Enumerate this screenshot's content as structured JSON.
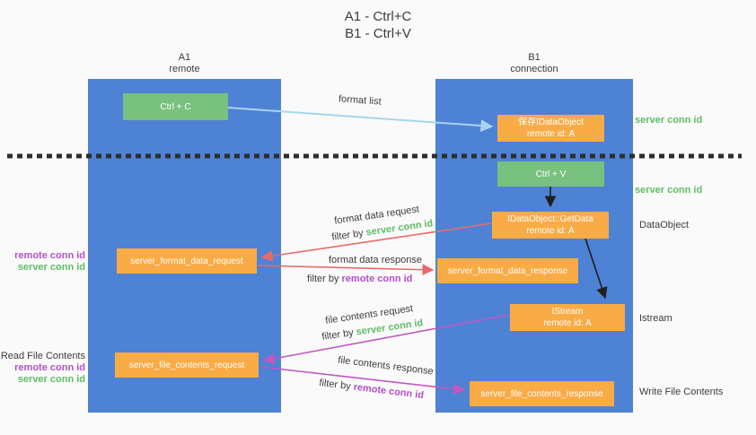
{
  "title": {
    "line1": "A1 - Ctrl+C",
    "line2": "B1 - Ctrl+V"
  },
  "lanes": {
    "left": {
      "name": "A1",
      "role": "remote"
    },
    "right": {
      "name": "B1",
      "role": "connection"
    }
  },
  "nodes": {
    "ctrl_c": {
      "label": "Ctrl + C"
    },
    "save_idataobject": {
      "line1": "保存IDataObject",
      "line2": "remote id: A"
    },
    "ctrl_v": {
      "label": "Ctrl + V"
    },
    "getdata": {
      "line1": "IDataObject::GetData",
      "line2": "remote id: A"
    },
    "format_request": {
      "label": "server_format_data_request"
    },
    "format_response": {
      "label": "server_format_data_response"
    },
    "istream": {
      "line1": "IStream",
      "line2": "remote id: A"
    },
    "file_request": {
      "label": "server_file_contents_request"
    },
    "file_response": {
      "label": "server_file_contents_response"
    }
  },
  "edge_labels": {
    "format_list": "format list",
    "format_data_request": "format data request",
    "format_data_response": "format data response",
    "file_contents_request": "file contents request",
    "file_contents_response": "file contents response",
    "filter_by": "filter by",
    "server_conn_id": "server conn id",
    "remote_conn_id": "remote conn id"
  },
  "side_labels": {
    "server_conn_id": "server conn id",
    "remote_conn_id": "remote conn id",
    "dataobject": "DataObject",
    "istream": "Istream",
    "read_file_contents": "Read File Contents",
    "write_file_contents": "Write File Contents"
  },
  "colors": {
    "lane_blue": "#4e82d4",
    "node_green": "#79c17e",
    "node_orange": "#f9ab45",
    "arrow_blue": "#a9d4f0",
    "arrow_red": "#e9696b",
    "arrow_magenta": "#c258c0",
    "arrow_black": "#1f1f1f",
    "dotted_line": "#2d2d2d",
    "text_dark": "#3d3d3d",
    "text_green": "#5fbc66",
    "text_purple": "#b44fc8",
    "background": "#fafafa"
  }
}
